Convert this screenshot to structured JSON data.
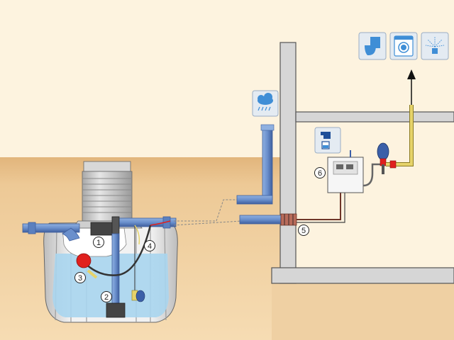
{
  "colors": {
    "sky": "#fdf3df",
    "soil": "#e9c79a",
    "soil_dark": "#d9aa6b",
    "wall": "#d3d3d3",
    "wall_edge": "#555555",
    "tank_body": "#ededed",
    "water": "#a9d5ee",
    "pipe_blue": "#6a8fcc",
    "pipe_blue_dark": "#3f5f9e",
    "pipe_yellow": "#e6d36a",
    "float_red": "#e0201e",
    "icon_tile": "#e4ebf2"
  },
  "callouts": [
    {
      "id": "1",
      "label": "1"
    },
    {
      "id": "2",
      "label": "2"
    },
    {
      "id": "3",
      "label": "3"
    },
    {
      "id": "4",
      "label": "4"
    },
    {
      "id": "5",
      "label": "5"
    },
    {
      "id": "6",
      "label": "6"
    }
  ],
  "icons": {
    "rain": "rain-cloud-icon",
    "tap": "water-tap-icon",
    "toilet": "toilet-icon",
    "washing_machine": "washing-machine-icon",
    "garden": "garden-sprinkler-icon"
  }
}
